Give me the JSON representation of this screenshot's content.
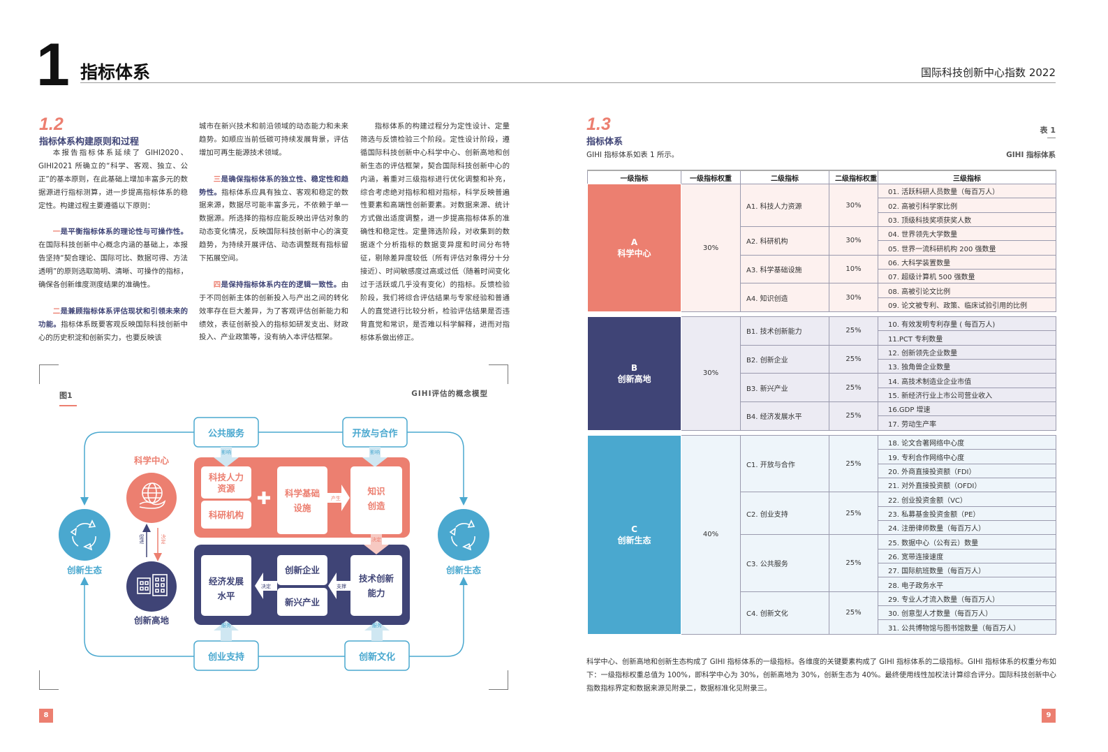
{
  "header": {
    "chapter_number": "1",
    "chapter_title": "指标体系",
    "report_title": "国际科技创新中心指数 2022"
  },
  "section12": {
    "number": "1.2",
    "title": "指标体系构建原则和过程",
    "col1": [
      {
        "text": "本报告指标体系延续了 GIHI2020、GIHI2021 所确立的“科学、客观、独立、公正”的基本原则，在此基础上增加丰富多元的数据源进行指标测算，进一步提高指标体系的稳定性。构建过程主要遵循以下原则："
      },
      {
        "n": "一",
        "lead": "是平衡指标体系的理论性与可操作性。",
        "text": "在国际科技创新中心概念内涵的基础上，本报告坚持“契合理论、国际可比、数据可得、方法透明”的原则选取简明、清晰、可操作的指标，确保各创新维度测度结果的准确性。"
      },
      {
        "n": "二",
        "lead": "是兼顾指标体系评估现状和引领未来的功能。",
        "text": "指标体系既要客观反映国际科技创新中心的历史积淀和创新实力，也要反映该"
      }
    ],
    "col2": [
      {
        "text": "城市在新兴技术和前沿领域的动态能力和未来趋势。如顺应当前低碳可持续发展背景，评估增加可再生能源技术领域。"
      },
      {
        "n": "三",
        "lead": "是确保指标体系的独立性、稳定性和趋势性。",
        "text": "指标体系应具有独立、客观和稳定的数据来源，数据尽可能丰富多元，不依赖于单一数据源。所选择的指标应能反映出评估对象的动态变化情况，反映国际科技创新中心的演变趋势，为持续开展评估、动态调整既有指标留下拓展空间。"
      },
      {
        "n": "四",
        "lead": "是保持指标体系内在的逻辑一致性。",
        "text": "由于不同创新主体的创新投入与产出之间的转化效率存在巨大差异，为了客观评估创新能力和绩效，表征创新投入的指标如研发支出、财政投入、产业政策等，没有纳入本评估框架。"
      }
    ],
    "col3": [
      {
        "text": "指标体系的构建过程分为定性设计、定量筛选与反馈检验三个阶段。定性设计阶段，遵循国际科技创新中心科学中心、创新高地和创新生态的评估框架，契合国际科技创新中心的内涵，着重对三级指标进行优化调整和补充，综合考虑绝对指标和相对指标，科学反映普遍性要素和高端性创新要素。对数据来源、统计方式做出适度调整，进一步提高指标体系的准确性和稳定性。定量筛选阶段，对收集到的数据逐个分析指标的数据变异度和时间分布特征，剔除差异度较低（所有评估对象得分十分接近）、时间敏感度过高或过低（随着时间变化过于活跃或几乎没有变化）的指标。反馈检验阶段，我们将综合评估结果与专家经验和普通人的直觉进行比较分析，检验评估结果是否违背直觉和常识，是否难以科学解释，进而对指标体系做出修正。"
      }
    ]
  },
  "figure": {
    "label": "图1",
    "title": "GIHI评估的概念模型",
    "public_service": "公共服务",
    "openness": "开放与合作",
    "startup_support": "创业支持",
    "innovation_culture": "创新文化",
    "science_center": "科学中心",
    "innovation_highland": "创新高地",
    "ecosystem_left": "创新生态",
    "ecosystem_right": "创新生态",
    "talent": [
      "科技人力",
      "资源"
    ],
    "institutions": "科研机构",
    "infrastructure": [
      "科学基础",
      "设施"
    ],
    "knowledge": [
      "知识",
      "创造"
    ],
    "economy": [
      "经济发展",
      "水平"
    ],
    "enterprises": "创新企业",
    "industries": "新兴产业",
    "tech_capability": [
      "技术创新",
      "能力"
    ],
    "influence": "影响",
    "decide": "决定",
    "serve": "服务",
    "produce": "产生",
    "support": "支撑",
    "promote": "促进",
    "colors": {
      "salmon": "#ec7f70",
      "navy": "#3f4476",
      "blue": "#4aa8cf"
    }
  },
  "section13": {
    "number": "1.3",
    "title": "指标体系",
    "intro": "GIHI 指标体系如表 1 所示。",
    "table_label": "表 1",
    "table_title": "GIHI 指标体系"
  },
  "table": {
    "headers": [
      "一级指标",
      "一级指标权重",
      "二级指标",
      "二级指标权重",
      "三级指标"
    ],
    "groups": [
      {
        "code": "A",
        "name": "科学中心",
        "weight": "30%",
        "color": "#ec7f70",
        "bg": "#fdf1ef",
        "subs": [
          {
            "name": "A1. 科技人力资源",
            "weight": "30%",
            "items": [
              "01. 活跃科研人员数量（每百万人）",
              "02. 高被引科学家比例",
              "03. 顶级科技奖项获奖人数"
            ]
          },
          {
            "name": "A2. 科研机构",
            "weight": "30%",
            "items": [
              "04. 世界领先大学数量",
              "05. 世界一流科研机构 200 强数量"
            ]
          },
          {
            "name": "A3. 科学基础设施",
            "weight": "10%",
            "items": [
              "06. 大科学装置数量",
              "07. 超级计算机 500 强数量"
            ]
          },
          {
            "name": "A4. 知识创造",
            "weight": "30%",
            "items": [
              "08. 高被引论文比例",
              "09. 论文被专利、政策、临床试验引用的比例"
            ]
          }
        ]
      },
      {
        "code": "B",
        "name": "创新高地",
        "weight": "30%",
        "color": "#3f4476",
        "bg": "#ecebf3",
        "subs": [
          {
            "name": "B1. 技术创新能力",
            "weight": "25%",
            "items": [
              "10. 有效发明专利存量 ( 每百万人)",
              "11.PCT 专利数量"
            ]
          },
          {
            "name": "B2. 创新企业",
            "weight": "25%",
            "items": [
              "12. 创新领先企业数量",
              "13. 独角兽企业数量"
            ]
          },
          {
            "name": "B3. 新兴产业",
            "weight": "25%",
            "items": [
              "14. 高技术制造业企业市值",
              "15. 新经济行业上市公司营业收入"
            ]
          },
          {
            "name": "B4. 经济发展水平",
            "weight": "25%",
            "items": [
              "16.GDP 增速",
              "17. 劳动生产率"
            ]
          }
        ]
      },
      {
        "code": "C",
        "name": "创新生态",
        "weight": "40%",
        "color": "#4aa8cf",
        "bg": "#eef5fa",
        "subs": [
          {
            "name": "C1. 开放与合作",
            "weight": "25%",
            "items": [
              "18. 论文合著网络中心度",
              "19. 专利合作网络中心度",
              "20. 外商直接投资额（FDI）",
              "21. 对外直接投资额（OFDI）"
            ]
          },
          {
            "name": "C2. 创业支持",
            "weight": "25%",
            "items": [
              "22. 创业投资金额（VC）",
              "23. 私募基金投资金额（PE）",
              "24. 注册律师数量（每百万人）"
            ]
          },
          {
            "name": "C3. 公共服务",
            "weight": "25%",
            "items": [
              "25. 数据中心（公有云）数量",
              "26. 宽带连接速度",
              "27. 国际航班数量（每百万人）",
              "28. 电子政务水平"
            ]
          },
          {
            "name": "C4. 创新文化",
            "weight": "25%",
            "items": [
              "29. 专业人才流入数量（每百万人）",
              "30. 创意型人才数量（每百万人）",
              "31. 公共博物馆与图书馆数量（每百万人）"
            ]
          }
        ]
      }
    ]
  },
  "summary": "科学中心、创新高地和创新生态构成了 GIHI 指标体系的一级指标。各维度的关键要素构成了 GIHI 指标体系的二级指标。GIHI 指标体系的权重分布如下：一级指标权重总值为 100%，即科学中心为 30%，创新高地为 30%，创新生态为 40%。最终使用线性加权法计算综合评分。国际科技创新中心指数指标界定和数据来源见附录二，数据标准化见附录三。",
  "page_numbers": {
    "left": "8",
    "right": "9"
  }
}
